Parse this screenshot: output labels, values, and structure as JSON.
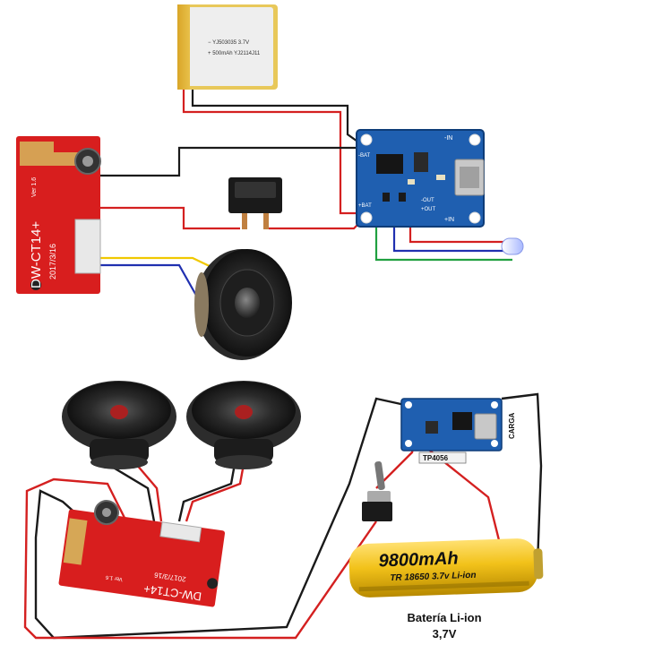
{
  "battery_small": {
    "line1": "YJ503035 3.7V",
    "line2": "500mAh  YJ2114J11",
    "minus": "−",
    "plus": "+"
  },
  "module_top": {
    "in_minus": "-IN",
    "in_plus": "+IN",
    "bat_minus": "-BAT",
    "bat_plus": "+BAT",
    "out_minus": "-OUT",
    "out_plus": "+OUT"
  },
  "amp_top": {
    "model": "DW-CT14+",
    "version": "Ver 1.6",
    "date": "2017/3/16"
  },
  "amp_bottom": {
    "model": "DW-CT14+",
    "version": "Ver 1.6",
    "date": "2017/3/16"
  },
  "module_bottom": {
    "name": "TP4056",
    "carga": "CARGA"
  },
  "battery_big": {
    "capacity": "9800mAh",
    "spec": "TR 18650 3.7v  Li-ion"
  },
  "caption": {
    "line1": "Batería Li-ion",
    "line2": "3,7V"
  },
  "colors": {
    "wire_red": "#d42020",
    "wire_black": "#1a1a1a",
    "wire_yellow": "#f0c800",
    "wire_blue": "#2030b0",
    "wire_green": "#20a040",
    "pcb_blue": "#1f5fb0",
    "pcb_red": "#d81e1e",
    "battery_yellow": "#f2c21a"
  }
}
